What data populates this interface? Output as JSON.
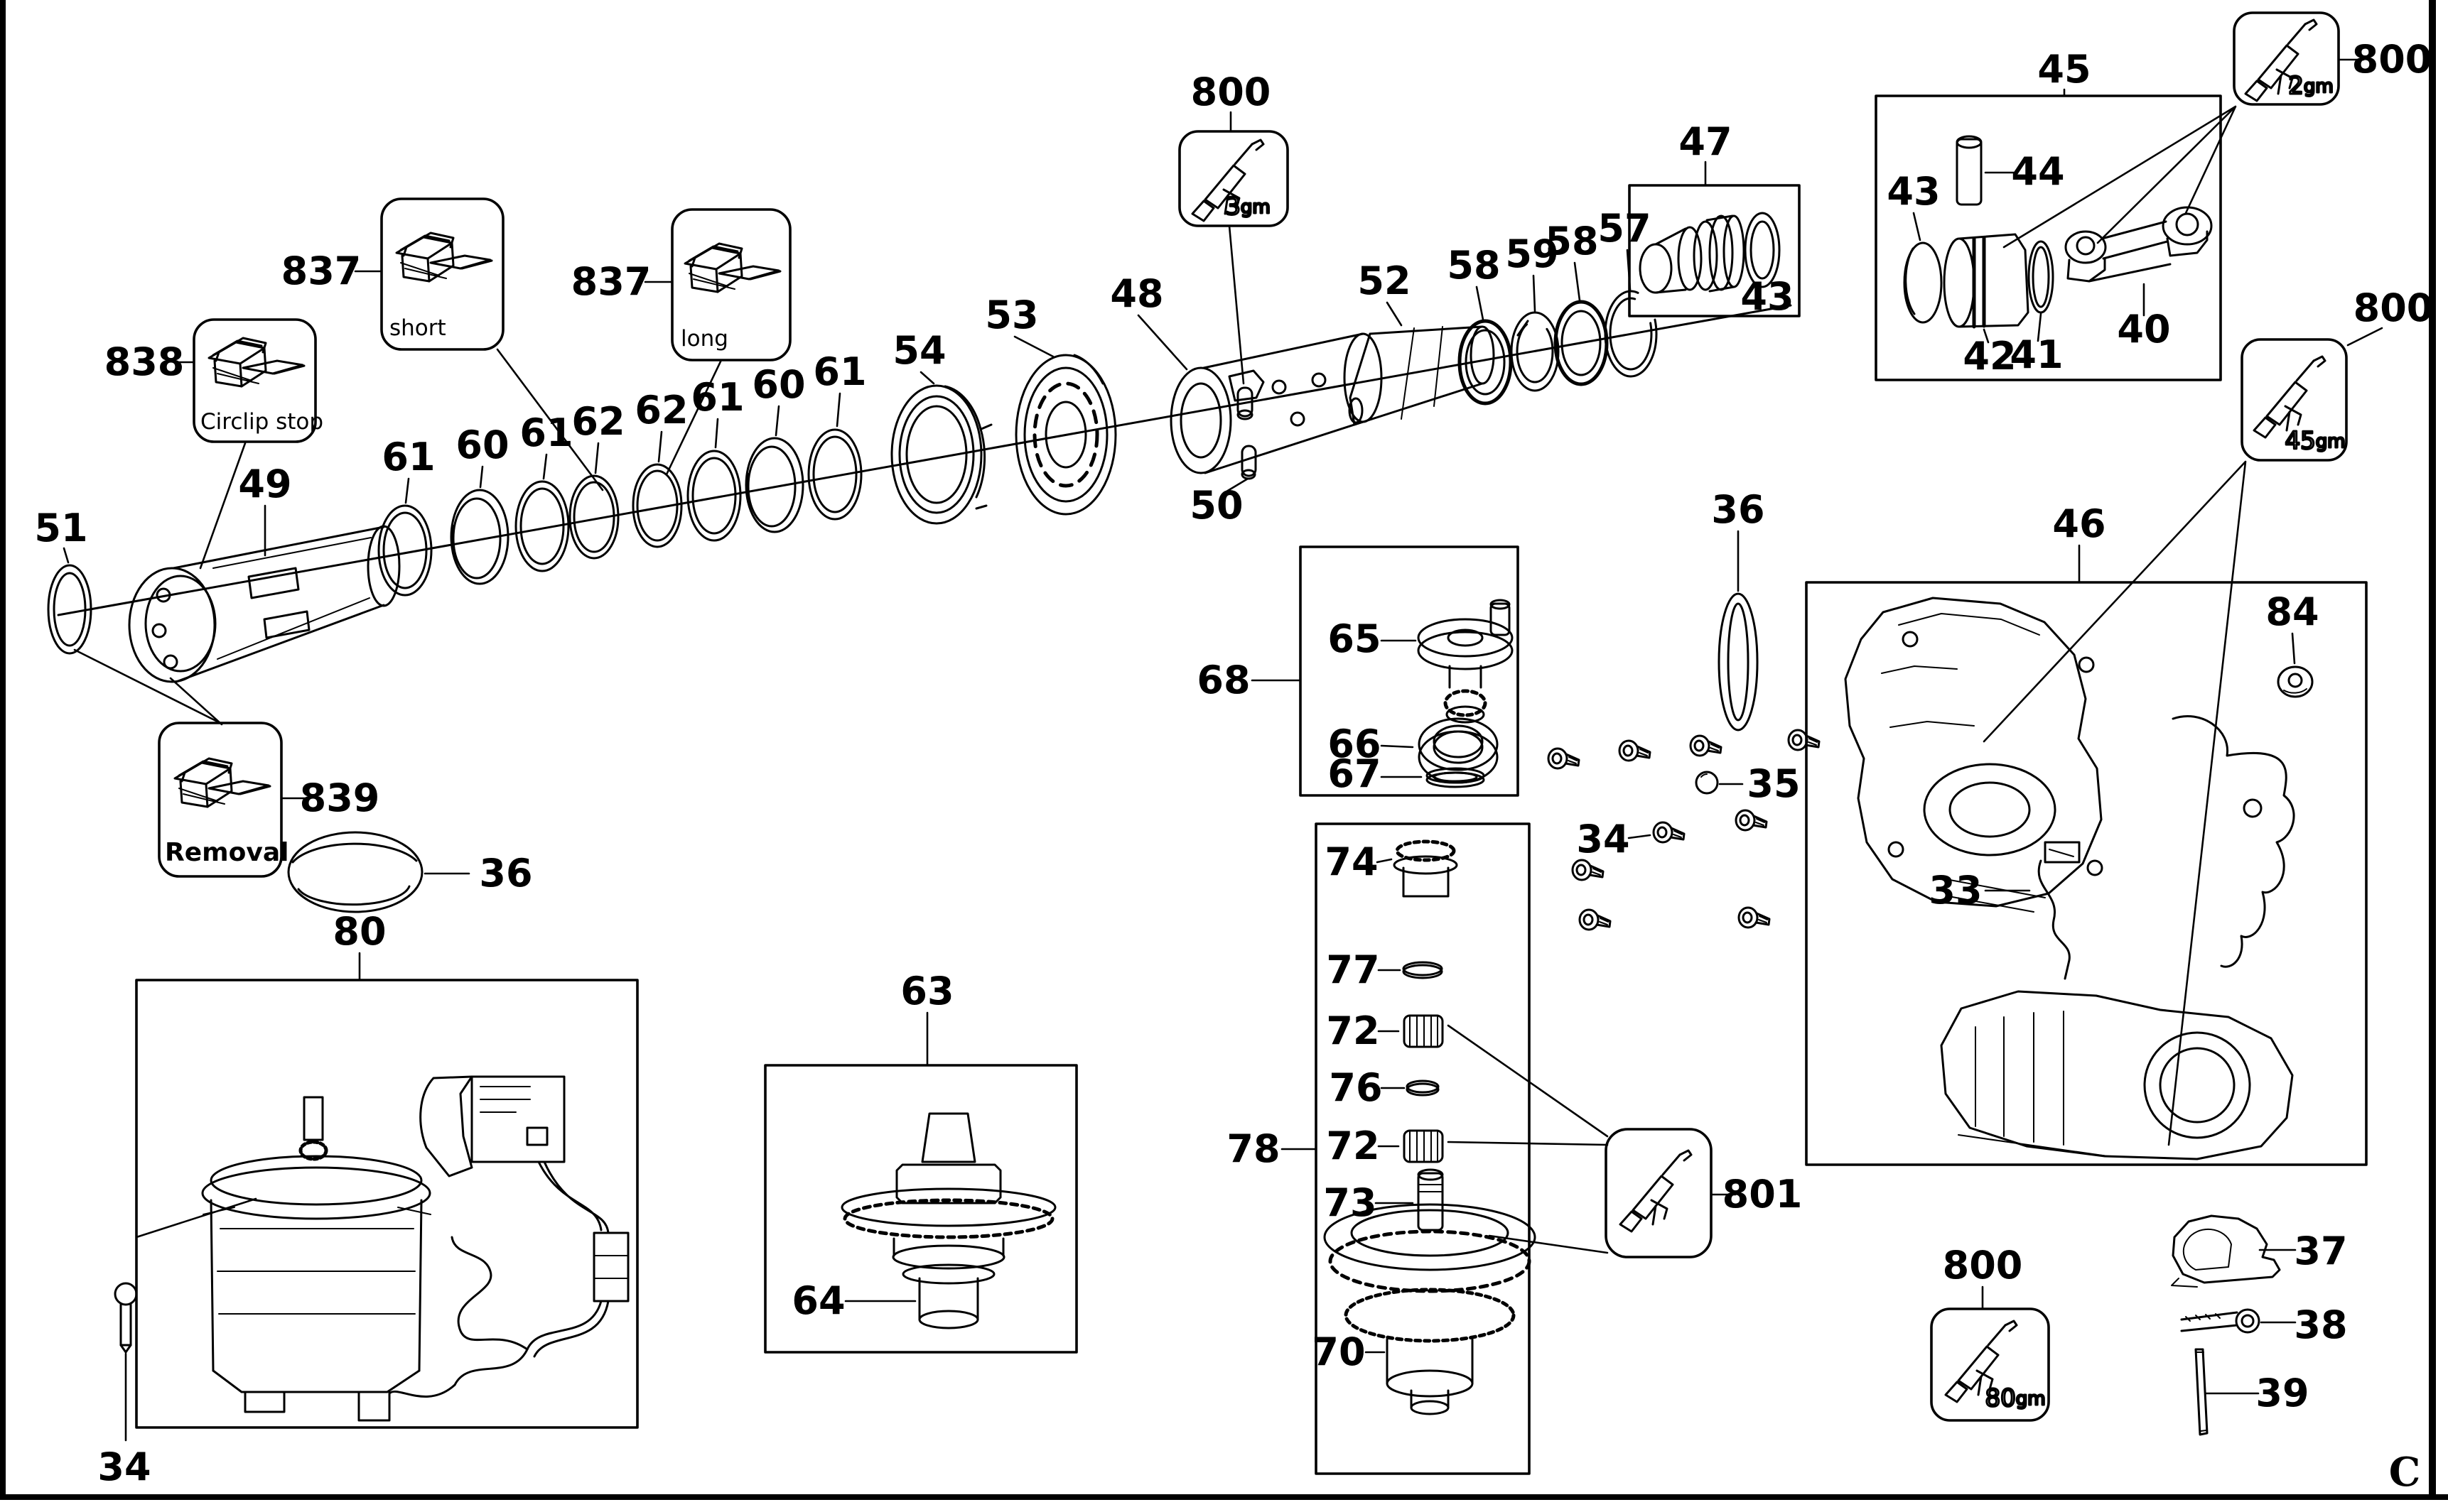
{
  "document": {
    "type": "exploded-parts-diagram",
    "page_letter": "C",
    "ink_color": "#000000",
    "paper_color": "#ffffff"
  },
  "callouts": {
    "c837_short": {
      "number": "837",
      "caption": "short"
    },
    "c837_long": {
      "number": "837",
      "caption": "long"
    },
    "c838": {
      "number": "838",
      "caption": "Circlip stop"
    },
    "c839": {
      "number": "839",
      "caption": "Removal"
    },
    "g800_3": {
      "number": "800",
      "weight_value": "3",
      "weight_unit": "gm"
    },
    "g800_2": {
      "number": "800",
      "weight_value": "2",
      "weight_unit": "gm"
    },
    "g800_45": {
      "number": "800",
      "weight_value": "45",
      "weight_unit": "gm"
    },
    "g800_80": {
      "number": "800",
      "weight_value": "80",
      "weight_unit": "gm"
    },
    "g801": {
      "number": "801"
    }
  },
  "labels": {
    "l51": "51",
    "l49": "49",
    "l36L": "36",
    "l36R": "36",
    "l61a": "61",
    "l60a": "60",
    "l61b": "61",
    "l62a": "62",
    "l62b": "62",
    "l61c": "61",
    "l60b": "60",
    "l61d": "61",
    "l54": "54",
    "l53": "53",
    "l48": "48",
    "l50": "50",
    "l52": "52",
    "l58a": "58",
    "l59": "59",
    "l58b": "58",
    "l57": "57",
    "l47": "47",
    "l43A": "43",
    "l45": "45",
    "l43B": "43",
    "l44": "44",
    "l42": "42",
    "l41": "41",
    "l40": "40",
    "l46": "46",
    "l84": "84",
    "l35": "35",
    "l34R": "34",
    "l33": "33",
    "l68": "68",
    "l65": "65",
    "l66": "66",
    "l67": "67",
    "l78": "78",
    "l74": "74",
    "l77": "77",
    "l72a": "72",
    "l76": "76",
    "l72b": "72",
    "l73": "73",
    "l70": "70",
    "l63": "63",
    "l64": "64",
    "l80": "80",
    "l34L": "34",
    "l37": "37",
    "l38": "38",
    "l39": "39"
  },
  "assemblies": {
    "45": [
      "40",
      "41",
      "42",
      "43",
      "44"
    ],
    "46": [
      "33",
      "84"
    ],
    "47": [
      "43"
    ],
    "63": [
      "64"
    ],
    "68": [
      "65",
      "66",
      "67"
    ],
    "78": [
      "70",
      "72",
      "73",
      "74",
      "76",
      "77"
    ],
    "80": [
      "34"
    ]
  },
  "icons": {
    "grease": "grease-applicator-icon",
    "circlip": "circlip-clip-icon"
  }
}
